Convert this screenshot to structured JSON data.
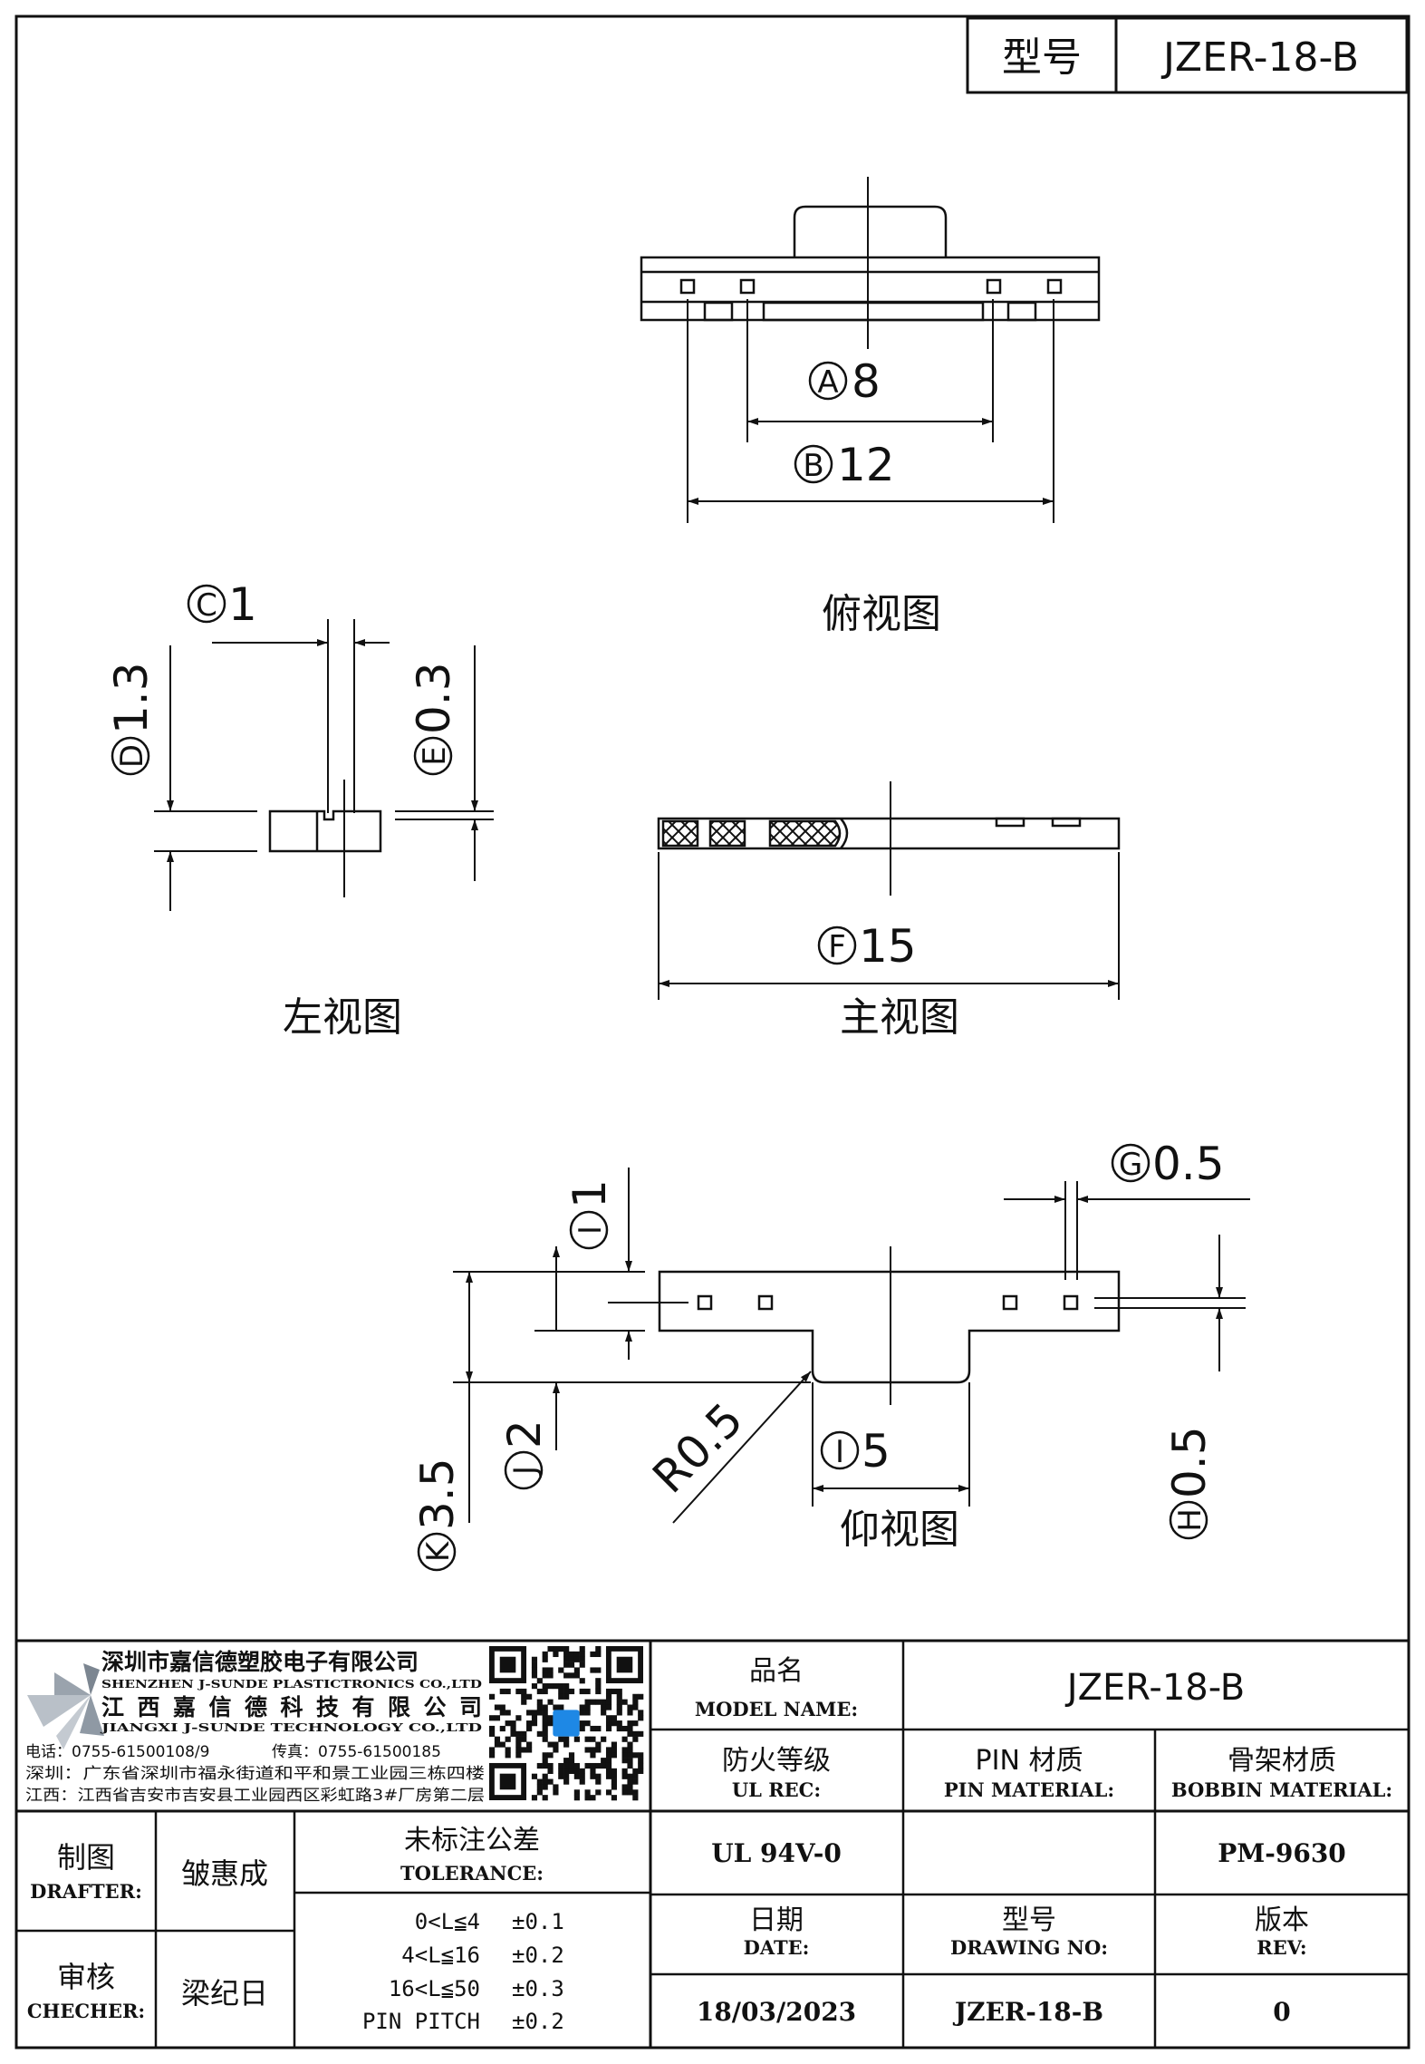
{
  "header": {
    "model_label": "型号",
    "model_value": "JZER-18-B"
  },
  "views": {
    "top_title": "俯视图",
    "left_title": "左视图",
    "front_title": "主视图",
    "bottom_title": "仰视图"
  },
  "dims": {
    "A": "A",
    "A_val": "8",
    "B": "B",
    "B_val": "12",
    "C": "C",
    "C_val": "1",
    "D": "D",
    "D_val": "1.3",
    "E": "E",
    "E_val": "0.3",
    "F": "F",
    "F_val": "15",
    "G": "G",
    "G_val": "0.5",
    "H": "H",
    "H_val": "0.5",
    "I": "I",
    "I_val": "5",
    "J": "J",
    "J_val": "2",
    "K": "K",
    "K_val": "3.5",
    "L": "I",
    "L_val": "1",
    "radius": "R0.5"
  },
  "company": {
    "name_cn_1": "深圳市嘉信德塑胶电子有限公司",
    "name_en_1": "SHENZHEN J-SUNDE PLASTICTRONICS CO.,LTD",
    "name_cn_2": "江西嘉信德科技有限公司",
    "name_en_2": "JIANGXI J-SUNDE TECHNOLOGY CO.,LTD",
    "tel": "电话：0755-61500108/9",
    "fax": "传真：0755-61500185",
    "addr_sz": "深圳：广东省深圳市福永街道和平和景工业园三栋四楼",
    "addr_jx": "江西：江西省吉安市吉安县工业园西区彩虹路3#厂房第二层"
  },
  "titleblock": {
    "model_name_cn": "品名",
    "model_name_en": "MODEL NAME:",
    "model_name_value": "JZER-18-B",
    "ul_cn": "防火等级",
    "ul_en": "UL REC:",
    "pin_cn": "PIN 材质",
    "pin_en": "PIN MATERIAL:",
    "bobbin_cn": "骨架材质",
    "bobbin_en": "BOBBIN MATERIAL:",
    "ul_value": "UL 94V-0",
    "pin_value": "",
    "bobbin_value": "PM-9630",
    "drafter_cn": "制图",
    "drafter_en": "DRAFTER:",
    "drafter_name": "皱惠成",
    "checker_cn": "审核",
    "checker_en": "CHECHER:",
    "checker_name": "梁纪日",
    "tol_cn": "未标注公差",
    "tol_en": "TOLERANCE:",
    "tolerances": [
      {
        "range": "0<L≦4",
        "value": "±0.1"
      },
      {
        "range": "4<L≦16",
        "value": "±0.2"
      },
      {
        "range": "16<L≦50",
        "value": "±0.3"
      },
      {
        "range": "PIN PITCH",
        "value": "±0.2"
      }
    ],
    "date_cn": "日期",
    "date_en": "DATE:",
    "date_value": "18/03/2023",
    "drawing_cn": "型号",
    "drawing_en": "DRAWING NO:",
    "drawing_value": "JZER-18-B",
    "rev_cn": "版本",
    "rev_en": "REV:",
    "rev_value": "0"
  }
}
